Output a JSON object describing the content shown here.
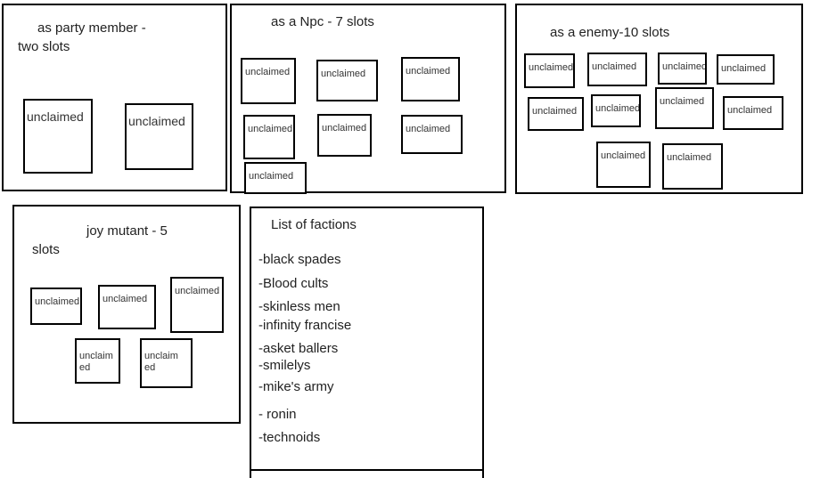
{
  "party": {
    "title_line1": "as party member -",
    "title_line2": "two slots",
    "slots": [
      "unclaimed",
      "unclaimed"
    ]
  },
  "npc": {
    "title": "as a Npc - 7 slots",
    "slots": [
      "unclaimed",
      "unclaimed",
      "unclaimed",
      "unclaimed",
      "unclaimed",
      "unclaimed",
      "unclaimed"
    ]
  },
  "enemy": {
    "title": "as a enemy-10 slots",
    "slots": [
      "unclaimed",
      "unclaimed",
      "unclaimed",
      "unclaimed",
      "unclaimed",
      "unclaimed",
      "unclaimed",
      "unclaimed",
      "unclaimed",
      "unclaimed"
    ]
  },
  "joy": {
    "title_line1": "joy mutant - 5",
    "title_line2": "slots",
    "slots": [
      "unclaimed",
      "unclaimed",
      "unclaimed"
    ],
    "split_slots": [
      {
        "part1": "unclaim",
        "part2": "ed"
      },
      {
        "part1": "unclaim",
        "part2": "ed"
      }
    ]
  },
  "factions": {
    "title": "List of factions",
    "items": [
      "-black spades",
      "-Blood cults",
      "-skinless men",
      "-infinity francise",
      "-asket ballers",
      "-smilelys",
      "-mike's army",
      "- ronin",
      "-technoids"
    ]
  }
}
